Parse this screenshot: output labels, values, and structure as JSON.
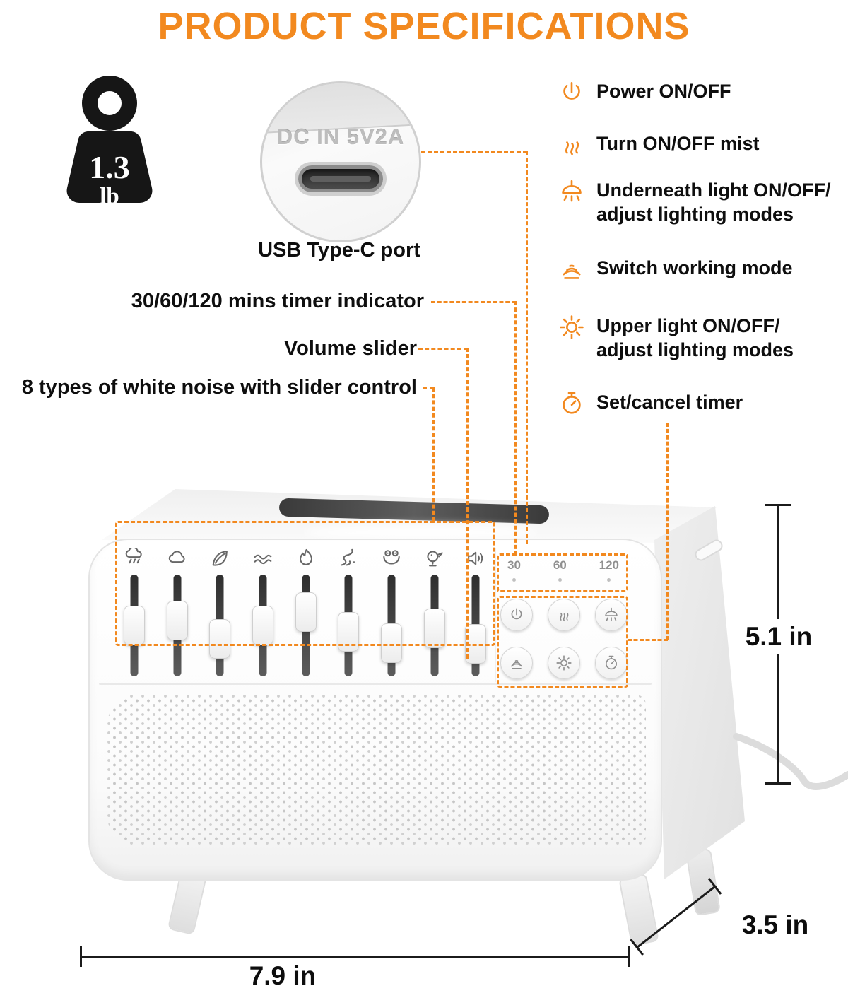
{
  "title": "PRODUCT SPECIFICATIONS",
  "weight": {
    "value": "1.3",
    "unit": "lb"
  },
  "usb": {
    "engraving": "DC IN 5V2A",
    "caption": "USB Type-C port"
  },
  "features": [
    {
      "icon": "power-icon",
      "text": "Power ON/OFF"
    },
    {
      "icon": "mist-icon",
      "text": "Turn ON/OFF mist"
    },
    {
      "icon": "underneath-light-icon",
      "text": "Underneath light ON/OFF/\nadjust lighting modes"
    },
    {
      "icon": "working-mode-icon",
      "text": "Switch working mode"
    },
    {
      "icon": "upper-light-icon",
      "text": "Upper light ON/OFF/\nadjust lighting modes"
    },
    {
      "icon": "set-timer-icon",
      "text": "Set/cancel timer"
    }
  ],
  "callouts": {
    "timer": "30/60/120 mins timer indicator",
    "volume": "Volume slider",
    "noise": "8 types of white noise with slider control"
  },
  "device": {
    "timer_marks": [
      "30",
      "60",
      "120"
    ],
    "noise_sliders": [
      {
        "icon": "rain-icon",
        "level": 0.5
      },
      {
        "icon": "cloud-icon",
        "level": 0.42
      },
      {
        "icon": "leaf-icon",
        "level": 0.72
      },
      {
        "icon": "wave-icon",
        "level": 0.5
      },
      {
        "icon": "fire-icon",
        "level": 0.28
      },
      {
        "icon": "stream-icon",
        "level": 0.6
      },
      {
        "icon": "frog-icon",
        "level": 0.78
      },
      {
        "icon": "bird-icon",
        "level": 0.55
      }
    ],
    "volume_slider": {
      "icon": "speaker-icon",
      "level": 0.8
    },
    "buttons": [
      {
        "icon": "power-icon",
        "name": "power-button"
      },
      {
        "icon": "mist-icon",
        "name": "mist-button"
      },
      {
        "icon": "underneath-light-icon",
        "name": "underneath-light-button"
      },
      {
        "icon": "working-mode-icon",
        "name": "working-mode-button"
      },
      {
        "icon": "upper-light-icon",
        "name": "upper-light-button"
      },
      {
        "icon": "set-timer-icon",
        "name": "timer-button"
      }
    ]
  },
  "dimensions": {
    "height": "5.1 in",
    "depth": "3.5 in",
    "width": "7.9 in"
  },
  "colors": {
    "accent": "#F2891F"
  }
}
